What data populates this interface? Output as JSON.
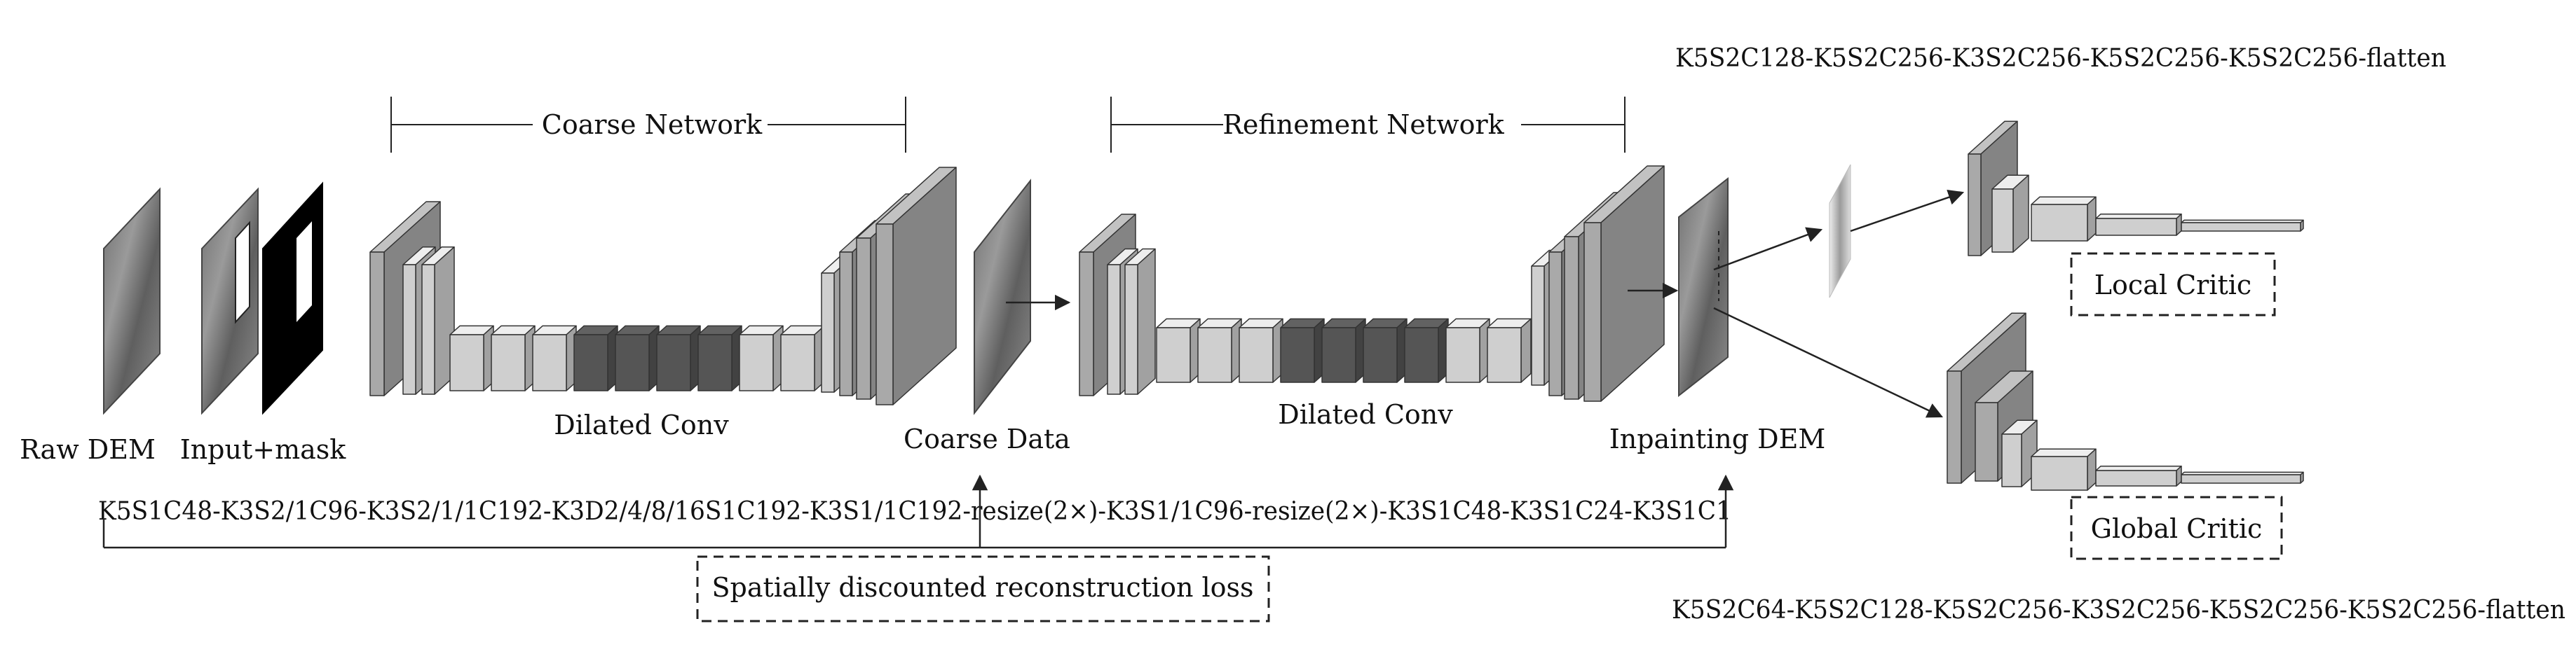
{
  "labels": {
    "raw_dem": "Raw DEM",
    "input_mask": "Input+mask",
    "coarse_network": "Coarse Network",
    "refinement_network": "Refinement Network",
    "dilated_conv_coarse": "Dilated Conv",
    "dilated_conv_refine": "Dilated Conv",
    "coarse_data": "Coarse Data",
    "inpainting_dem": "Inpainting DEM",
    "local_critic": "Local Critic",
    "global_critic": "Global Critic",
    "loss": "Spatially discounted reconstruction loss"
  },
  "sequences": {
    "generator": "K5S1C48-K3S2/1C96-K3S2/1/1C192-K3D2/4/8/16S1C192-K3S1/1C192-resize(2×)-K3S1/1C96-resize(2×)-K3S1C48-K3S1C24-K3S1C1",
    "local_critic": "K5S2C128-K5S2C256-K3S2C256-K5S2C256-K5S2C256-flatten",
    "global_critic": "K5S2C64-K5S2C128-K5S2C256-K3S2C256-K5S2C256-K5S2C256-flatten"
  },
  "colors": {
    "background": "#ffffff",
    "line": "#222222",
    "block_light": "#cfcfcf",
    "block_mid": "#a9a9a9",
    "block_dark": "#555555",
    "mask": "#000000"
  },
  "icons": {
    "arrow": "arrow-right-icon",
    "dem_sheet": "terrain-sheet-icon"
  }
}
